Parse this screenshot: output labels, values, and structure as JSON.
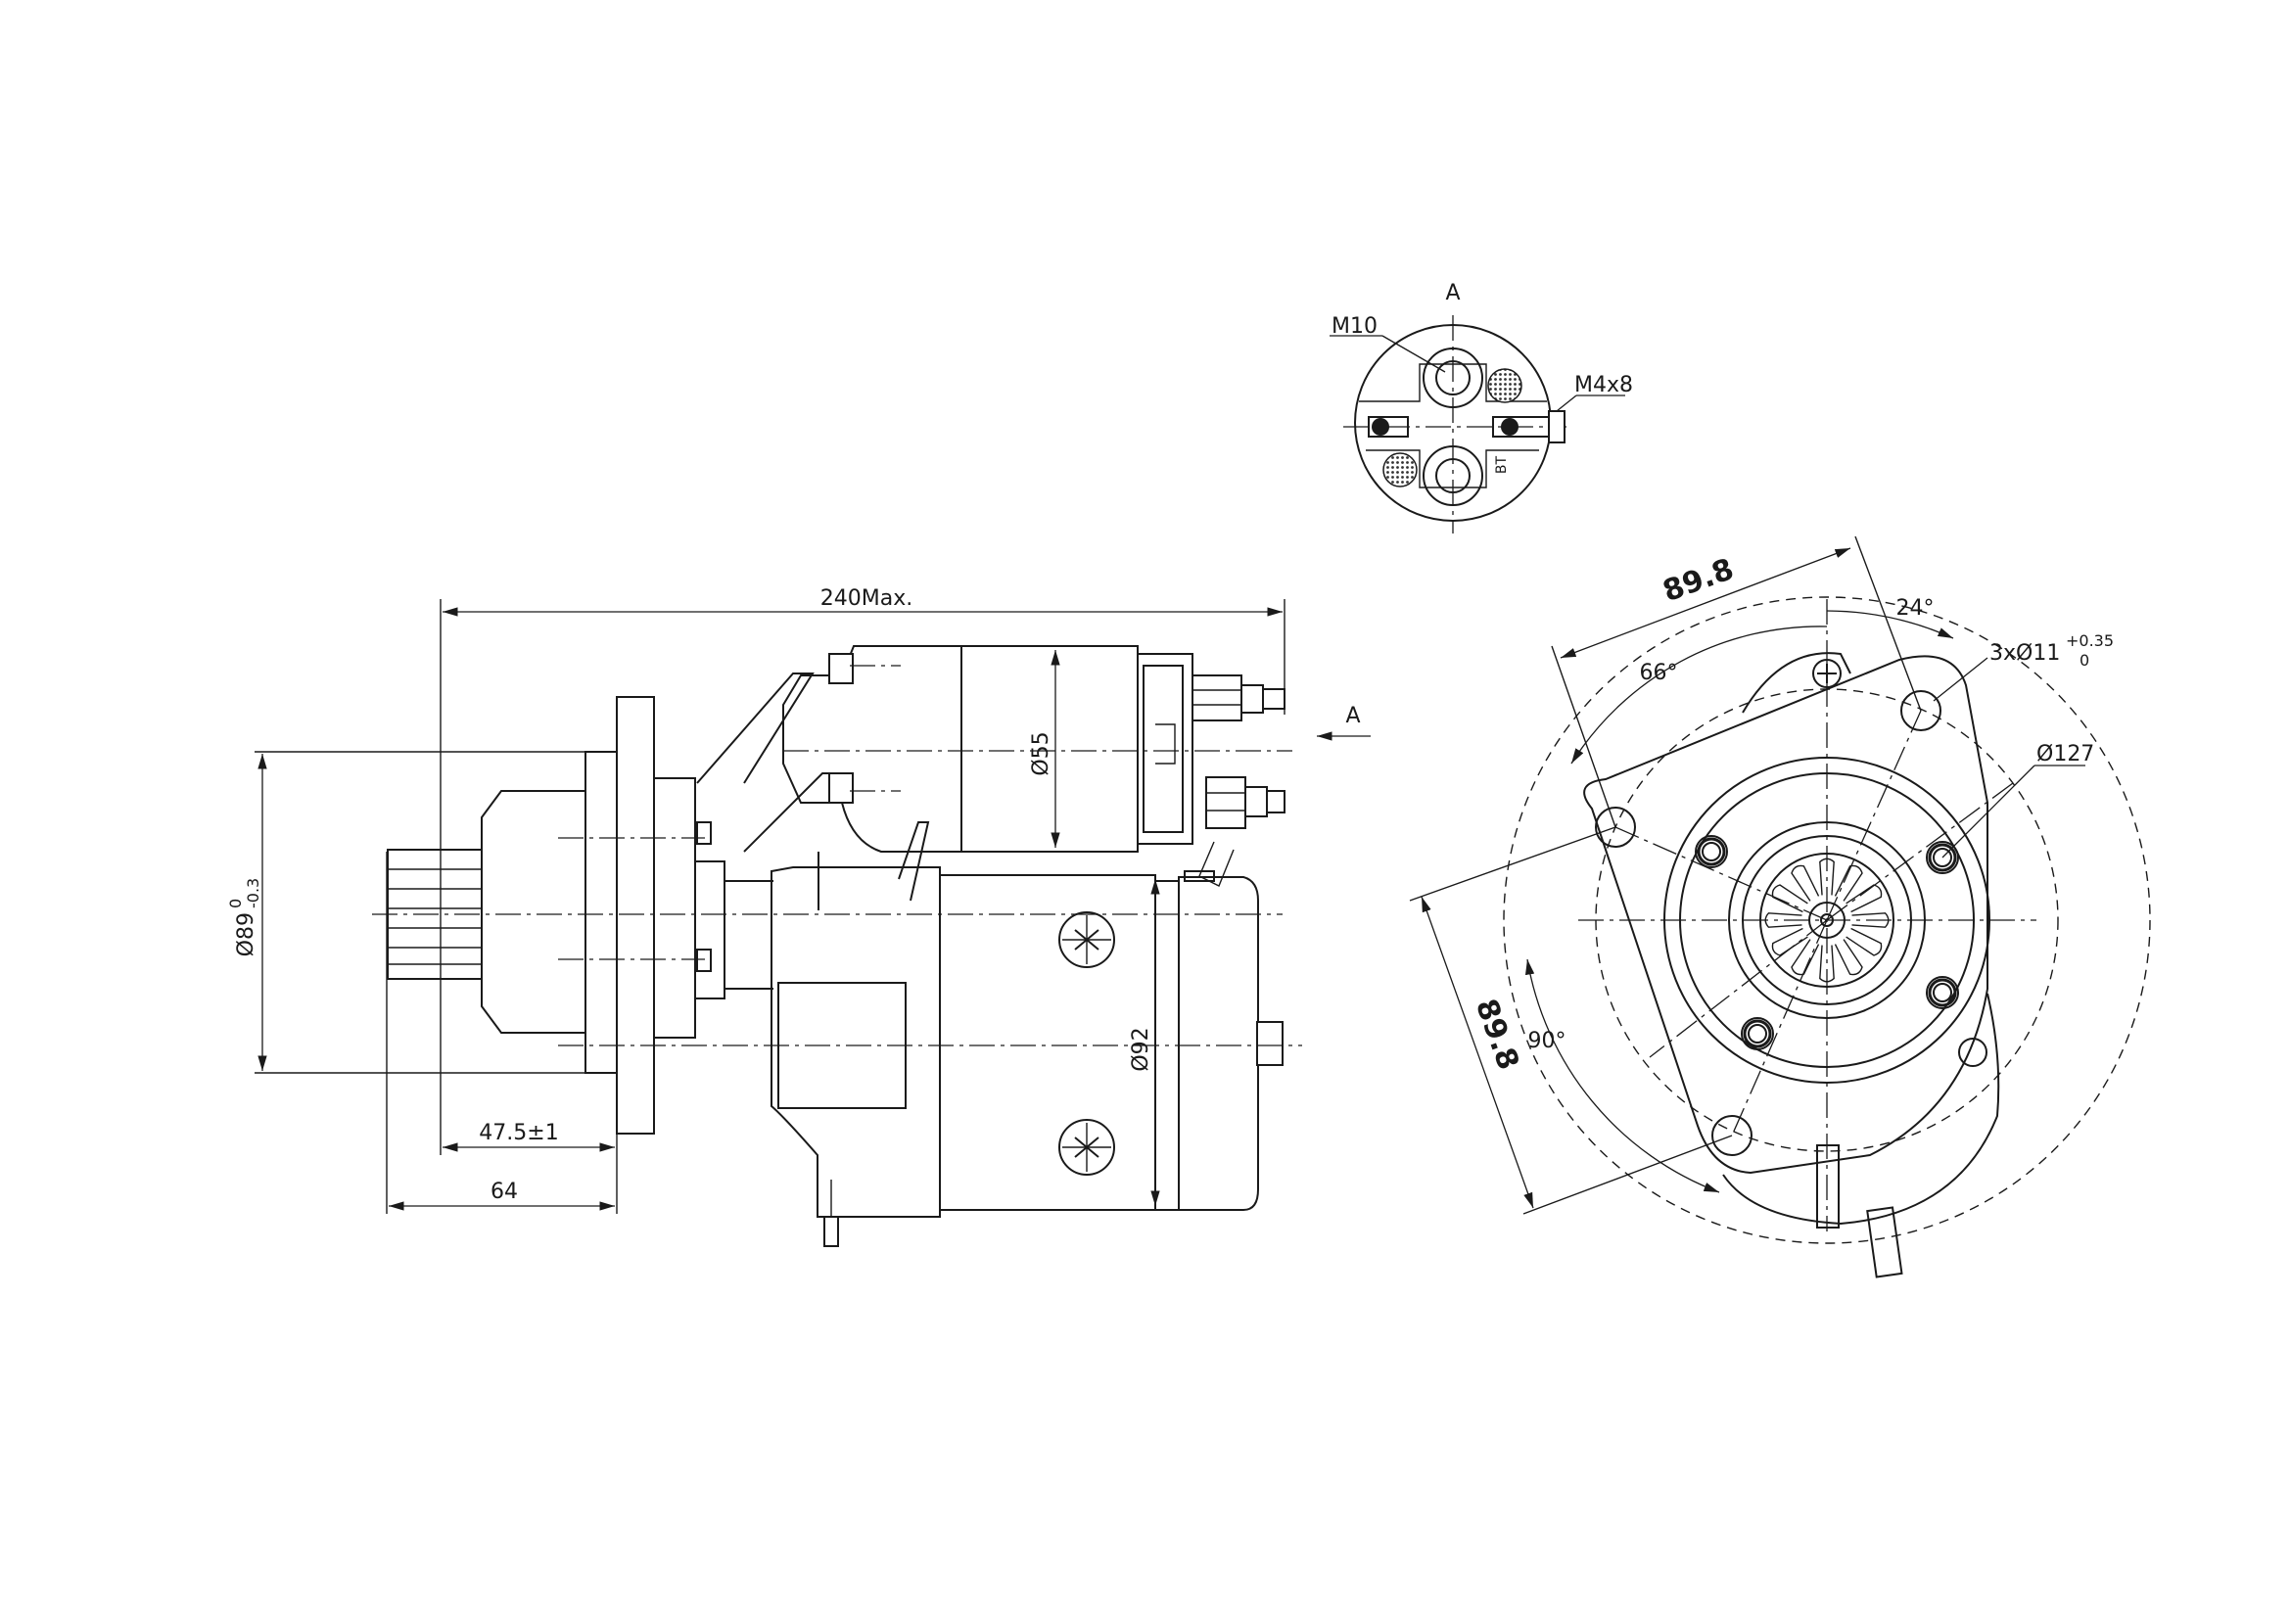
{
  "drawing": {
    "view_label": "A",
    "arrow_label": "A",
    "terminal_thread": "M10",
    "small_terminal": "M4x8",
    "overall_length": "240Max.",
    "solenoid_diameter": "Ø55",
    "motor_diameter": "Ø92",
    "flange_diameter": "Ø89",
    "flange_tol_upper": "0",
    "flange_tol_lower": "-0.3",
    "pinion_offset": "47.5±1",
    "flange_offset": "64",
    "mount_span_top": "89.8",
    "mount_span_side": "89.8",
    "angle_a": "24°",
    "angle_b": "66°",
    "angle_c": "90°",
    "holes": "3xØ11",
    "holes_tol_upper": "+0.35",
    "holes_tol_lower": "0",
    "pitch_circle": "Ø127",
    "stamp": "BT"
  }
}
